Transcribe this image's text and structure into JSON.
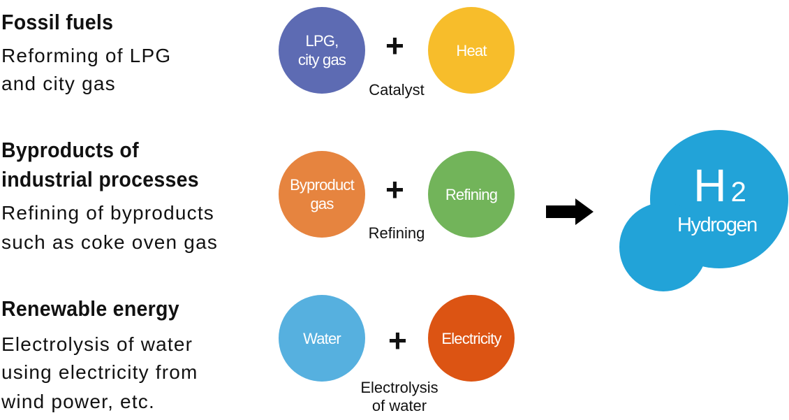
{
  "sources": [
    {
      "title": [
        "Fossil fuels"
      ],
      "desc": [
        "Reforming of LPG",
        "and city gas"
      ],
      "left": "LPG,\ncity gas",
      "right": "Heat",
      "process": "Catalyst"
    },
    {
      "title": [
        "Byproducts of",
        "industrial processes"
      ],
      "desc": [
        "Refining of byproducts",
        "such as coke oven gas"
      ],
      "left": "Byproduct\ngas",
      "right": "Refining",
      "process": "Refining"
    },
    {
      "title": [
        "Renewable energy"
      ],
      "desc": [
        "Electrolysis of water",
        "using electricity from",
        "wind power, etc."
      ],
      "left": "Water",
      "right": "Electricity",
      "process": "Electrolysis\nof water"
    }
  ],
  "plus": "+",
  "result": {
    "formula": "H",
    "subscript": "2",
    "name": "Hydrogen"
  },
  "colors": {
    "lpg": "#5d6bb3",
    "heat": "#f7bd2b",
    "byproduct": "#e6843f",
    "refining": "#72b45a",
    "water": "#56b0df",
    "electricity": "#dc5413",
    "hydrogen": "#22a3d8"
  }
}
